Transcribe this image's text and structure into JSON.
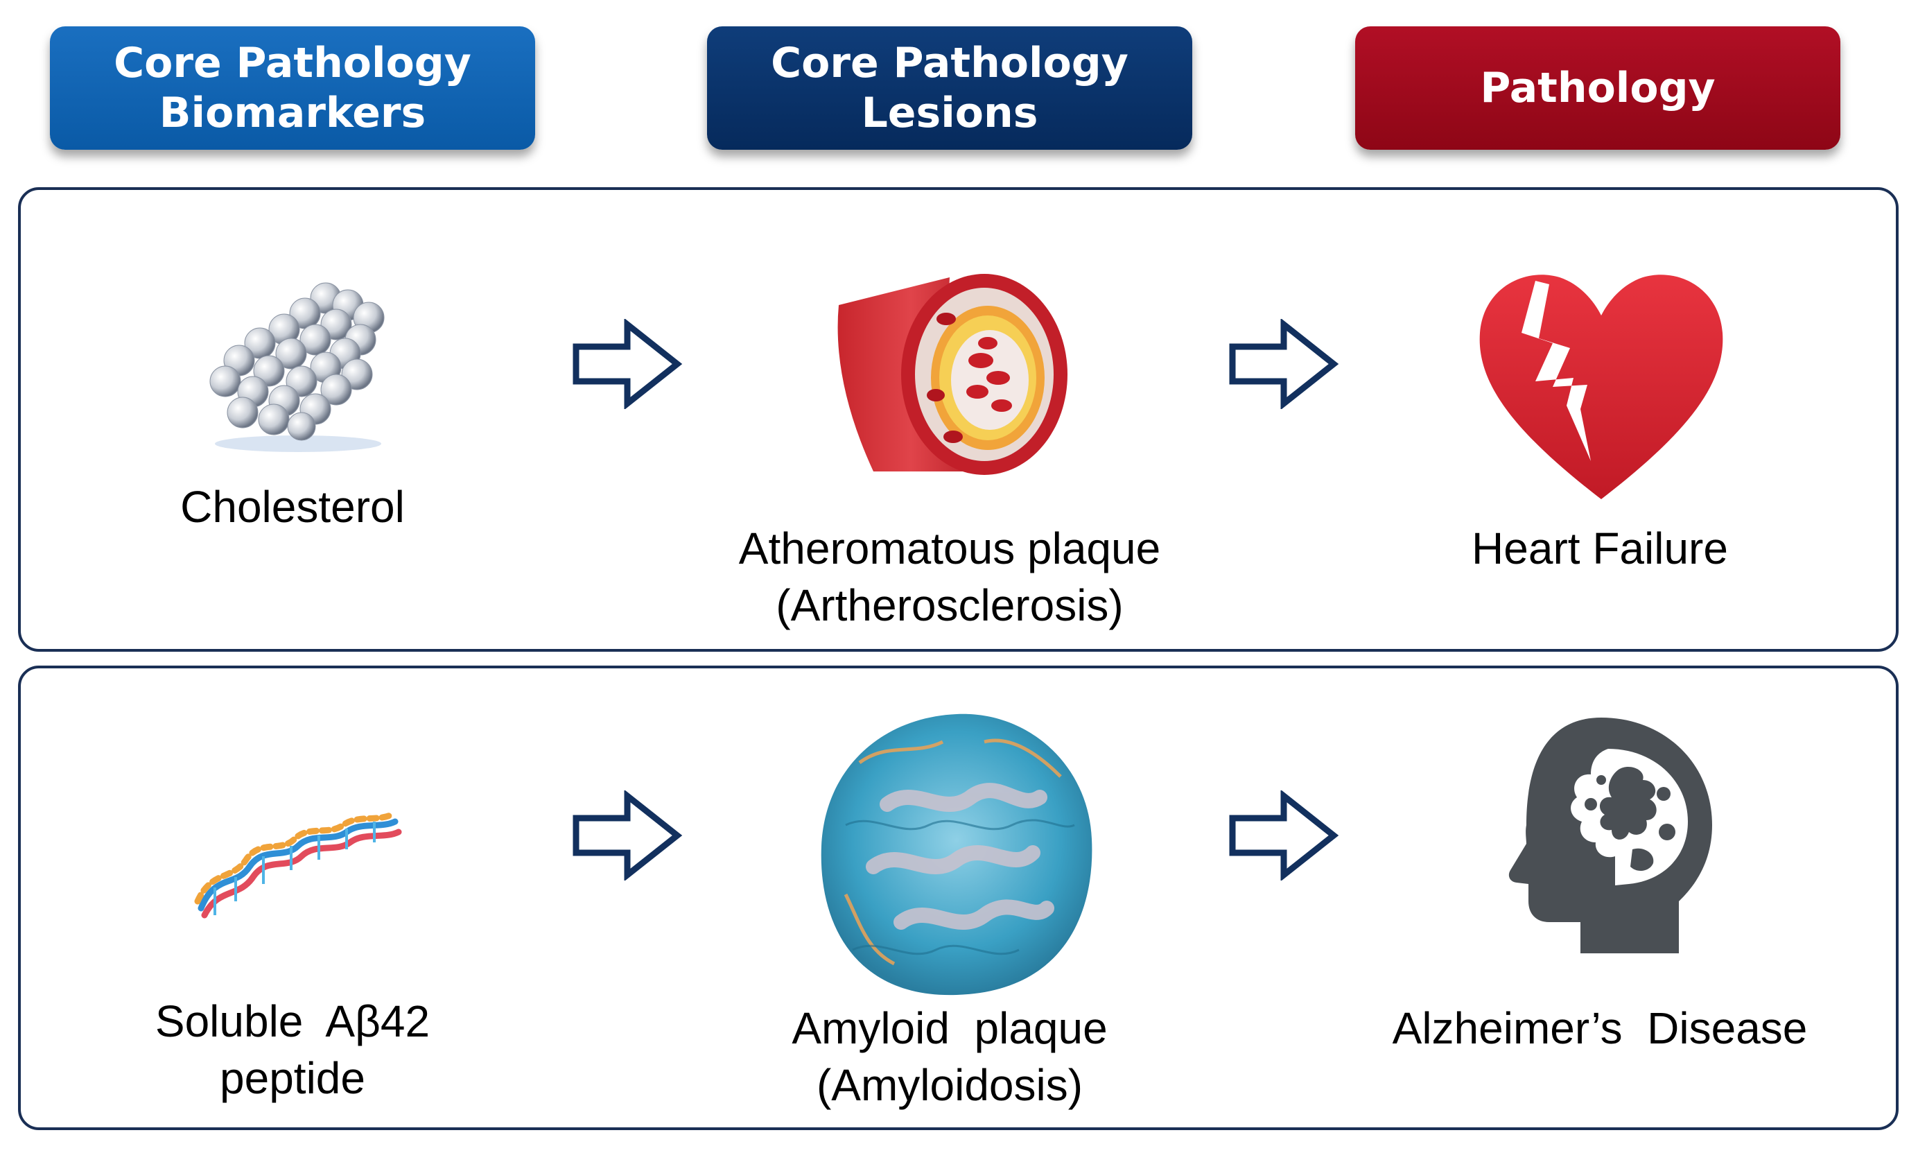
{
  "headers": [
    {
      "line1": "Core Pathology",
      "line2": "Biomarkers"
    },
    {
      "line1": "Core Pathology",
      "line2": "Lesions"
    },
    {
      "line1": "Pathology"
    }
  ],
  "rows": [
    {
      "biomarker": {
        "line1": "Cholesterol",
        "icon": "molecule-icon"
      },
      "lesion": {
        "line1": "Atheromatous plaque",
        "line2": "(Artherosclerosis)",
        "icon": "artery-icon"
      },
      "pathology": {
        "line1": "Heart Failure",
        "icon": "broken-heart-icon"
      }
    },
    {
      "biomarker": {
        "line1": "Soluble  Aβ42",
        "line2": "peptide",
        "icon": "peptide-helix-icon"
      },
      "lesion": {
        "line1": "Amyloid  plaque",
        "line2": "(Amyloidosis)",
        "icon": "amyloid-aggregate-icon"
      },
      "pathology": {
        "line1": "Alzheimer’s  Disease",
        "icon": "brain-head-icon"
      }
    }
  ],
  "colors": {
    "header_biomarkers": "#0a5aa6",
    "header_lesions": "#062a5c",
    "header_pathology": "#a50b1e",
    "arrow": "#12305e",
    "panel_border": "#1a2f55"
  }
}
